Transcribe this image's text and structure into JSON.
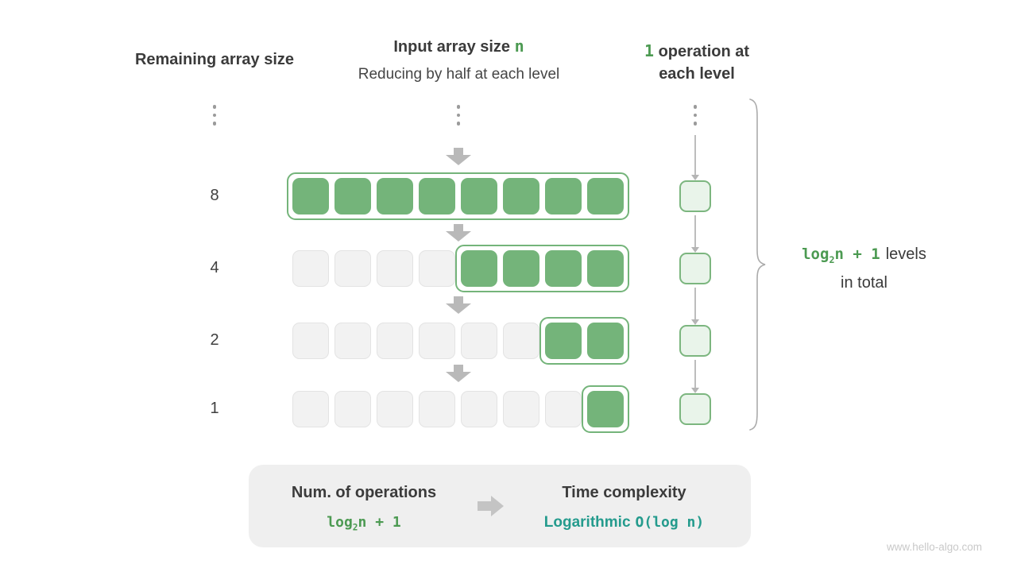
{
  "colors": {
    "green_fill": "#74b47a",
    "green_border": "#74b47a",
    "green_text": "#4c9a52",
    "teal_text": "#249b8d",
    "gray_cell": "#f2f2f2",
    "gray_cell_border": "#e3e3e3",
    "op_fill": "#e9f4ea",
    "op_border": "#7cb67f",
    "arrow": "#b9b9b9",
    "dark_text": "#3b3b3b",
    "box_bg": "#efefef",
    "watermark": "#c9c9c9"
  },
  "headers": {
    "left": "Remaining array size",
    "center_title_prefix": "Input array size ",
    "center_title_n": "n",
    "center_subtitle": "Reducing by half at each level",
    "right_num": "1",
    "right_line1_rest": " operation at",
    "right_line2": "each level"
  },
  "rows": [
    {
      "label": "8",
      "gray": 0,
      "green": 8
    },
    {
      "label": "4",
      "gray": 4,
      "green": 4
    },
    {
      "label": "2",
      "gray": 6,
      "green": 2
    },
    {
      "label": "1",
      "gray": 7,
      "green": 1
    }
  ],
  "brace": {
    "mono_log": "log",
    "mono_sub": "2",
    "mono_rest": "n + 1",
    "line1_rest": "levels",
    "line2": "in total"
  },
  "summary": {
    "ops_title": "Num. of operations",
    "ops_log": "log",
    "ops_sub": "2",
    "ops_rest": "n + 1",
    "tc_title": "Time complexity",
    "tc_word": "Logarithmic",
    "tc_mono": "O(log n)"
  },
  "watermark": "www.hello-algo.com"
}
